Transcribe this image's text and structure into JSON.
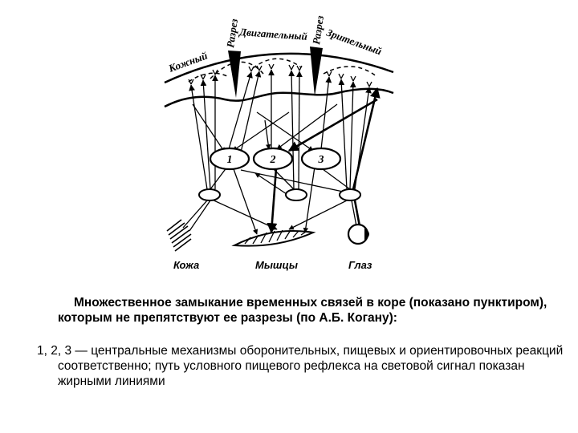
{
  "diagram": {
    "cortex_labels": {
      "skin": "Кожный",
      "cut_left": "Разрез",
      "motor": "Двигательный",
      "cut_right": "Разрез",
      "visual": "Зрительный"
    },
    "centers": [
      "1",
      "2",
      "3"
    ],
    "bottom_labels": {
      "skin": "Кожа",
      "muscles": "Мышцы",
      "eye": "Глаз"
    }
  },
  "caption": {
    "title": "Множественное замыкание временных связей в коре (показано пунктиром), которым не препятствуют ее разрезы (по А.Б. Когану):",
    "legend": "1, 2, 3 — центральные механизмы оборонительных, пищевых и ориентировочных реакций соответственно; путь условного пищевого рефлекса на световой сигнал показан жирными линиями"
  }
}
